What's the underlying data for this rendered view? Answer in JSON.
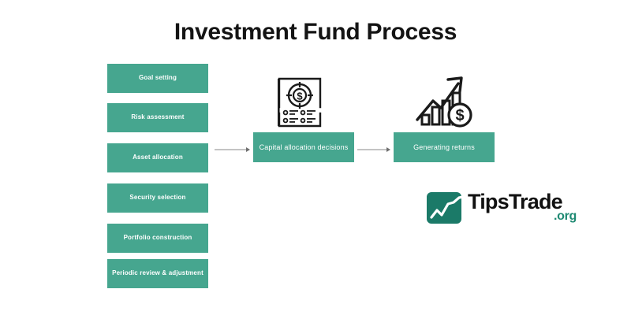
{
  "page": {
    "title": "Investment Fund Process",
    "background_color": "#ffffff",
    "accent_color": "#46a68f",
    "text_color": "#141414",
    "connector_color": "#8a8a8a"
  },
  "diagram": {
    "stages": [
      {
        "label": "Goal setting"
      },
      {
        "label": "Risk assessment"
      },
      {
        "label": "Asset allocation"
      },
      {
        "label": "Security selection"
      },
      {
        "label": "Portfolio construction"
      },
      {
        "label": "Periodic review & adjustment"
      }
    ],
    "capital_box": {
      "label": "Capital allocation decisions"
    },
    "returns_box": {
      "label": "Generating returns"
    },
    "connectors": [
      {
        "name": "asset-allocation-to-capital-allocation",
        "direction": "right"
      },
      {
        "name": "capital-allocation-to-generating-returns",
        "direction": "right"
      }
    ],
    "icons": [
      {
        "name": "report-target-dollar-icon",
        "above": "Capital allocation decisions"
      },
      {
        "name": "growth-chart-dollar-icon",
        "above": "Generating returns"
      }
    ]
  },
  "logo": {
    "name": "TipsTrade",
    "tld": ".org",
    "mark_color": "#1b7a68",
    "tld_color": "#1f8a73"
  }
}
